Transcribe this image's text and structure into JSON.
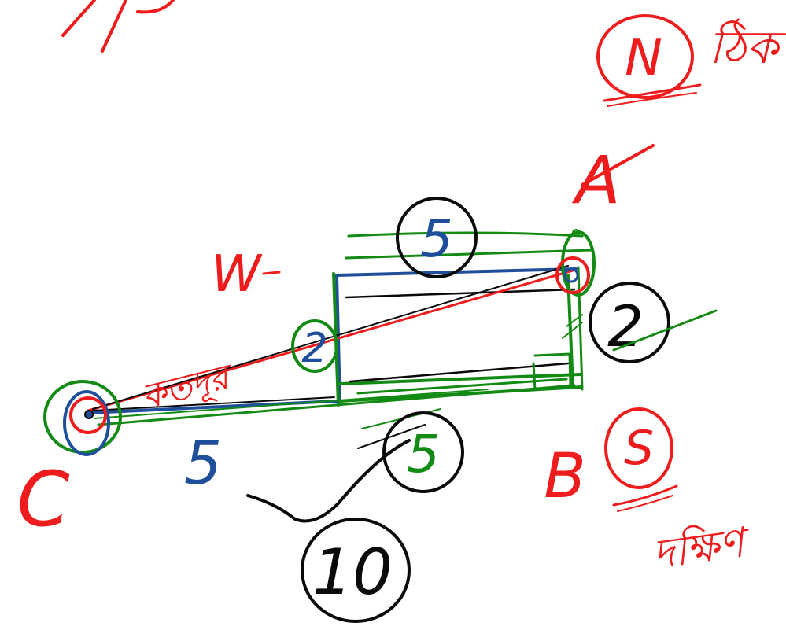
{
  "colors": {
    "red": "#ee1c1c",
    "green": "#138a13",
    "blue": "#1f4f9a",
    "black": "#0a0a0a",
    "background": "#ffffff"
  },
  "labels": {
    "north": "N",
    "north_note": "ঠিক",
    "point_a": "A",
    "point_b": "B",
    "point_c": "C",
    "south": "S",
    "south_note": "দক্ষিণ",
    "west": "W",
    "top_length": "5",
    "bottom_length": "5",
    "left_length": "2",
    "right_length": "2",
    "diagonal_length": "5",
    "diagonal_note": "কতদূর",
    "answer": "10"
  }
}
